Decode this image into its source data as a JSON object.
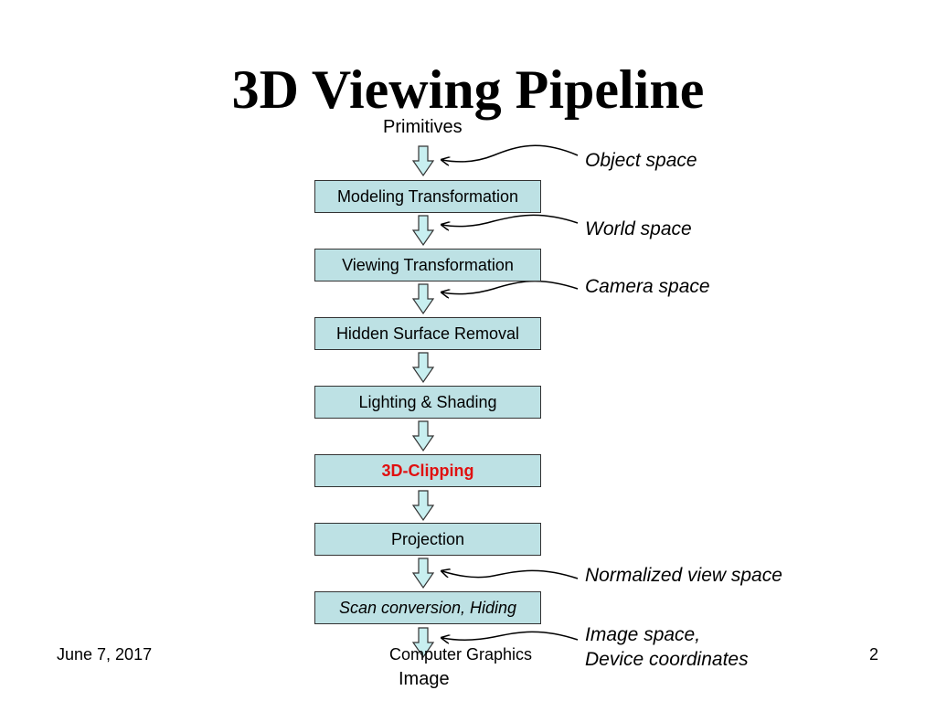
{
  "title": "3D Viewing Pipeline",
  "input_label": "Primitives",
  "output_label": "Image",
  "stages": [
    {
      "label": "Modeling Transformation"
    },
    {
      "label": "Viewing Transformation"
    },
    {
      "label": "Hidden Surface Removal"
    },
    {
      "label": "Lighting & Shading"
    },
    {
      "label": "3D-Clipping"
    },
    {
      "label": "Projection"
    },
    {
      "label": "Scan conversion, Hiding"
    }
  ],
  "annotations": [
    {
      "text": "Object space"
    },
    {
      "text": "World space"
    },
    {
      "text": "Camera space"
    },
    {
      "text": "Normalized view space"
    },
    {
      "text": "Image space,"
    },
    {
      "text": "Device coordinates"
    }
  ],
  "footer": {
    "date": "June 7, 2017",
    "course": "Computer Graphics",
    "page": "2"
  },
  "colors": {
    "stage_fill": "#bde1e4",
    "arrow_fill": "#c8eff0",
    "highlight_text": "#e01010"
  }
}
